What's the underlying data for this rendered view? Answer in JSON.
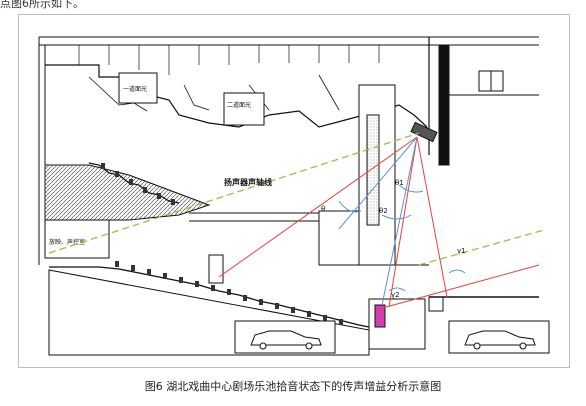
{
  "top_note": "点图6所示如下。",
  "caption": "图6 湖北戏曲中心剧场乐池拾音状态下的传声增益分析示意图",
  "labels": {
    "speaker_axis": "扬声器声轴线",
    "control_room": "放映、声控室",
    "followspot_1": "一道面光",
    "followspot_2": "二道面光",
    "theta": "θ",
    "theta1": "θ1",
    "theta2": "θ2",
    "gamma1": "γ1",
    "gamma2": "γ2"
  },
  "colors": {
    "axis_line": "#8dc63f",
    "sight_line_red": "#e8413c",
    "sight_line_blue": "#5e8fd6",
    "structure": "#111111"
  }
}
